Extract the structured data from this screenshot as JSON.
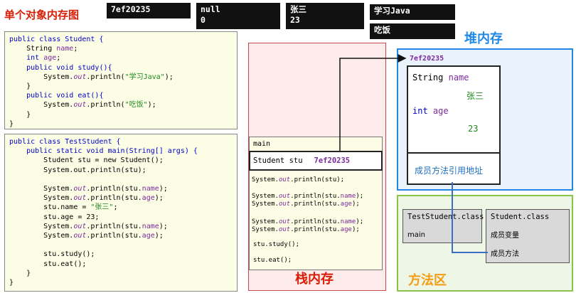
{
  "title": "单个对象内存图",
  "outputs": {
    "addr": "7ef20235",
    "name_null": "null",
    "age_zero": "0",
    "name_value": "张三",
    "age_value": "23",
    "study_output": "学习Java",
    "eat_output": "吃饭"
  },
  "student_code": {
    "line1": "public class Student {",
    "type_string": "String ",
    "field_name": "name",
    "type_int": "int ",
    "field_age": "age",
    "study_sig": "public void study(){",
    "sys": "System.",
    "out": "out",
    "println_open": ".println(",
    "close": ");",
    "study_str": "\"学习Java\"",
    "brace": "}",
    "eat_sig": "public void eat(){",
    "eat_str": "\"吃饭\""
  },
  "test_code": {
    "line1": "public class TestStudent {",
    "main_sig": "public static void main(String[] args) {",
    "new_stu": "Student stu = new Student();",
    "println_stu": "System.out.println(stu);",
    "stu_dot": "stu.",
    "name_assign_pre": "stu.name = ",
    "name_literal": "\"张三\"",
    "semi": ";",
    "age_assign": "stu.age = 23;",
    "study_call": "stu.study();",
    "eat_call": "stu.eat();"
  },
  "stack": {
    "label": "栈内存",
    "frame_label": "main",
    "var_decl": "Student stu",
    "var_value": "7ef20235"
  },
  "heap": {
    "label": "堆内存",
    "addr": "7ef20235",
    "field_name_decl": "String name",
    "name_value": "张三",
    "field_age_decl": "int age",
    "age_value": "23",
    "method_ref": "成员方法引用地址"
  },
  "method_area": {
    "label": "方法区",
    "class1_name": "TestStudent.class",
    "class1_member": "main",
    "class2_name": "Student.class",
    "class2_vars": "成员变量",
    "class2_methods": "成员方法"
  },
  "colors": {
    "title": "#d81e06",
    "heap_border": "#1f88e5",
    "method_border": "#8bc34a",
    "stack_border": "#c9484b",
    "string_literal": "#1e8a1e",
    "field": "#7b2a9c"
  }
}
